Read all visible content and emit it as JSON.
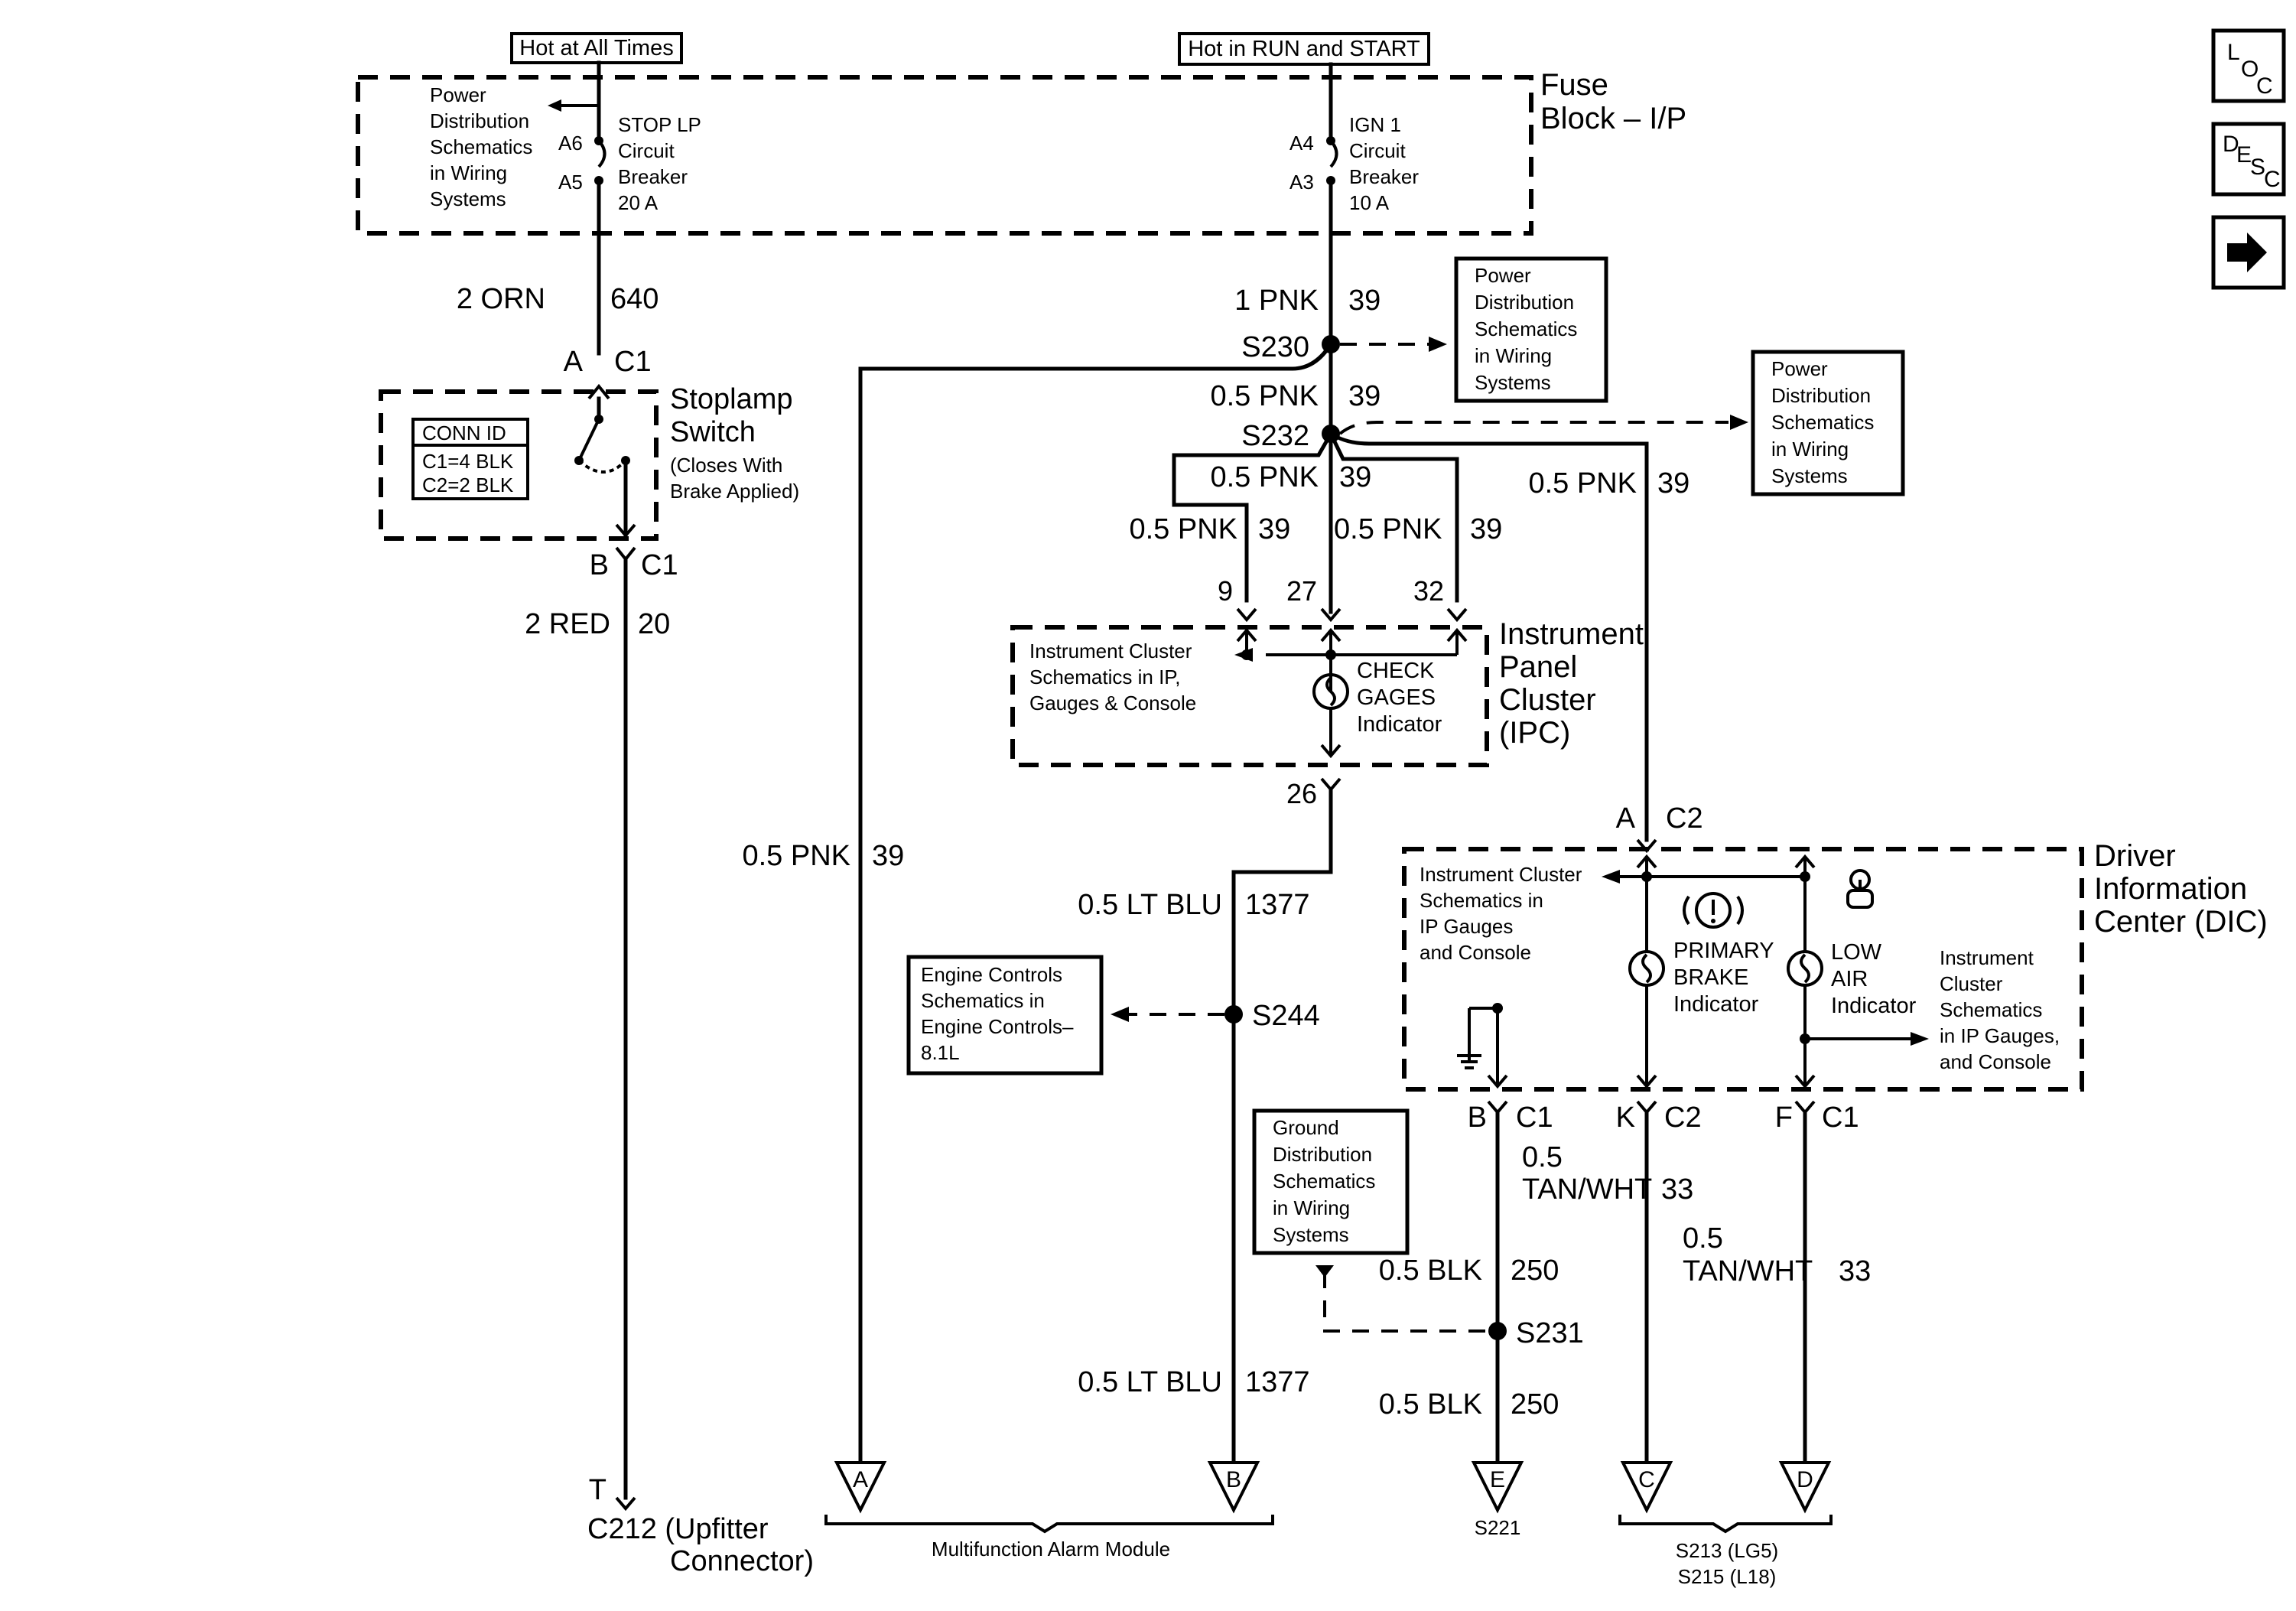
{
  "supply": {
    "hot_at_all_times": "Hot at All Times",
    "hot_in_run_start": "Hot in RUN and START"
  },
  "fuse_block": {
    "line1": "Fuse",
    "line2": "Block – I/P"
  },
  "left_ref": [
    "Power",
    "Distribution",
    "Schematics",
    "in Wiring",
    "Systems"
  ],
  "stop_breaker": {
    "pin_a6": "A6",
    "pin_a5": "A5",
    "label": [
      "STOP LP",
      "Circuit",
      "Breaker",
      "20 A"
    ]
  },
  "ign_breaker": {
    "pin_a4": "A4",
    "pin_a3": "A3",
    "label": [
      "IGN 1",
      "Circuit",
      "Breaker",
      "10 A"
    ]
  },
  "wires": {
    "orn": "2 ORN",
    "orn_ckt": "640",
    "red": "2 RED",
    "red_ckt": "20",
    "pnk1": "1 PNK",
    "pnk05": "0.5 PNK",
    "ckt39": "39",
    "ltblu": "0.5 LT BLU",
    "ckt1377": "1377",
    "blk": "0.5 BLK",
    "ckt250": "250",
    "tanwht_a": "0.5",
    "tanwht_b": "TAN/WHT",
    "ckt33": "33"
  },
  "stoplamp": {
    "title": [
      "Stoplamp",
      "Switch"
    ],
    "note": [
      "(Closes With",
      "Brake Applied)"
    ],
    "conn_id": [
      "CONN ID",
      "C1=4 BLK",
      "C2=2 BLK"
    ],
    "pin_a": "A",
    "pin_b": "B",
    "c1": "C1"
  },
  "splices": {
    "s230": "S230",
    "s232": "S232",
    "s244": "S244",
    "s231": "S231"
  },
  "ref_s230": [
    "Power",
    "Distribution",
    "Schematics",
    "in Wiring",
    "Systems"
  ],
  "ref_s232": [
    "Power",
    "Distribution",
    "Schematics",
    "in Wiring",
    "Systems"
  ],
  "ipc": {
    "title": [
      "Instrument",
      "Panel",
      "Cluster",
      "(IPC)"
    ],
    "pins": [
      "9",
      "27",
      "32"
    ],
    "pin_out": "26",
    "ref": [
      "Instrument Cluster",
      "Schematics in IP,",
      "Gauges & Console"
    ],
    "indicator": [
      "CHECK",
      "GAGES",
      "Indicator"
    ]
  },
  "dic": {
    "title": [
      "Driver",
      "Information",
      "Center (DIC)"
    ],
    "pin_a": "A",
    "c2": "C2",
    "c1": "C1",
    "pin_b": "B",
    "pin_k": "K",
    "pin_f": "F",
    "ref_left": [
      "Instrument Cluster",
      "Schematics in",
      "IP Gauges",
      "and Console"
    ],
    "brake": [
      "PRIMARY",
      "BRAKE",
      "Indicator"
    ],
    "air": [
      "LOW",
      "AIR",
      "Indicator"
    ],
    "ref_right": [
      "Instrument",
      "Cluster",
      "Schematics",
      "in IP Gauges,",
      "and Console"
    ]
  },
  "engine_ref": [
    "Engine Controls",
    "Schematics in",
    "Engine Controls–",
    "8.1L"
  ],
  "ground_ref": [
    "Ground",
    "Distribution",
    "Schematics",
    "in Wiring",
    "Systems"
  ],
  "upfitter": {
    "pin": "T",
    "line1": "C212 (Upfitter",
    "line2": "Connector)"
  },
  "offpage": {
    "a": "A",
    "b": "B",
    "e": "E",
    "c": "C",
    "d": "D"
  },
  "bottom": {
    "alarm": "Multifunction Alarm Module",
    "s221": "S221",
    "s213": "S213 (LG5)",
    "s215": "S215 (L18)"
  },
  "nav": {
    "loc_l": "L",
    "loc_o": "O",
    "loc_c": "C",
    "desc_d": "D",
    "desc_e": "E",
    "desc_s": "S",
    "desc_c": "C"
  }
}
